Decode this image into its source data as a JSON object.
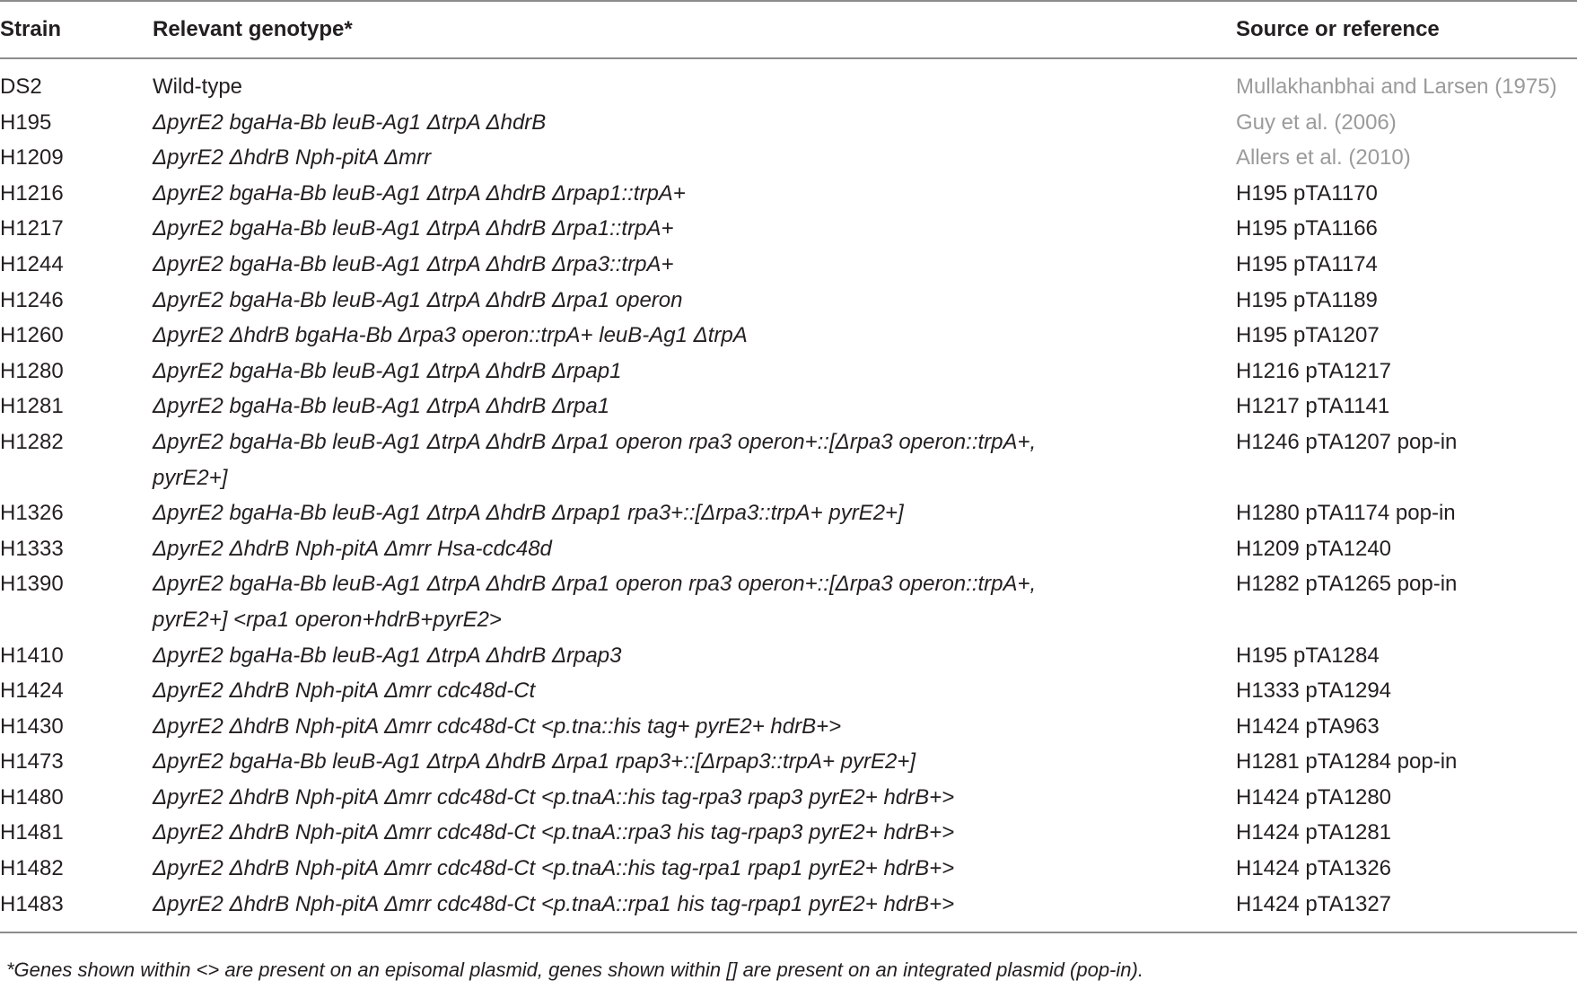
{
  "header": {
    "strain": "Strain",
    "genotype": "Relevant genotype*",
    "source": "Source or reference"
  },
  "rows": [
    {
      "strain": "DS2",
      "genotype": "Wild-type",
      "source": "Mullakhanbhai and Larsen (1975)",
      "upright": true,
      "ref": true
    },
    {
      "strain": "H195",
      "genotype": "ΔpyrE2 bgaHa-Bb leuB-Ag1 ΔtrpA ΔhdrB",
      "source": "Guy et al. (2006)",
      "ref": true
    },
    {
      "strain": "H1209",
      "genotype": "ΔpyrE2 ΔhdrB Nph-pitA Δmrr",
      "source": "Allers et al. (2010)",
      "ref": true
    },
    {
      "strain": "H1216",
      "genotype": "ΔpyrE2 bgaHa-Bb leuB-Ag1 ΔtrpA ΔhdrB Δrpap1::trpA+",
      "source": "H195 pTA1170"
    },
    {
      "strain": "H1217",
      "genotype": "ΔpyrE2 bgaHa-Bb leuB-Ag1 ΔtrpA ΔhdrB Δrpa1::trpA+",
      "source": "H195 pTA1166"
    },
    {
      "strain": "H1244",
      "genotype": "ΔpyrE2 bgaHa-Bb leuB-Ag1 ΔtrpA ΔhdrB Δrpa3::trpA+",
      "source": "H195 pTA1174"
    },
    {
      "strain": "H1246",
      "genotype": "ΔpyrE2 bgaHa-Bb leuB-Ag1 ΔtrpA ΔhdrB Δrpa1 operon",
      "source": "H195 pTA1189"
    },
    {
      "strain": "H1260",
      "genotype": "ΔpyrE2 ΔhdrB bgaHa-Bb Δrpa3 operon::trpA+ leuB-Ag1 ΔtrpA",
      "source": "H195 pTA1207"
    },
    {
      "strain": "H1280",
      "genotype": "ΔpyrE2 bgaHa-Bb leuB-Ag1 ΔtrpA ΔhdrB Δrpap1",
      "source": "H1216 pTA1217"
    },
    {
      "strain": "H1281",
      "genotype": "ΔpyrE2 bgaHa-Bb leuB-Ag1 ΔtrpA ΔhdrB Δrpa1",
      "source": "H1217 pTA1141"
    },
    {
      "strain": "H1282",
      "genotype": "ΔpyrE2 bgaHa-Bb leuB-Ag1 ΔtrpA ΔhdrB Δrpa1 operon rpa3 operon+::[Δrpa3 operon::trpA+,",
      "genotype2": "pyrE2+]",
      "source": "H1246 pTA1207 pop-in"
    },
    {
      "strain": "H1326",
      "genotype": "ΔpyrE2 bgaHa-Bb leuB-Ag1 ΔtrpA ΔhdrB Δrpap1 rpa3+::[Δrpa3::trpA+ pyrE2+]",
      "source": "H1280 pTA1174 pop-in"
    },
    {
      "strain": "H1333",
      "genotype": "ΔpyrE2 ΔhdrB Nph-pitA Δmrr Hsa-cdc48d",
      "source": "H1209 pTA1240"
    },
    {
      "strain": "H1390",
      "genotype": "ΔpyrE2 bgaHa-Bb leuB-Ag1 ΔtrpA ΔhdrB Δrpa1 operon rpa3 operon+::[Δrpa3 operon::trpA+,",
      "genotype2": "pyrE2+] <rpa1 operon+hdrB+pyrE2>",
      "source": "H1282 pTA1265 pop-in"
    },
    {
      "strain": "H1410",
      "genotype": "ΔpyrE2 bgaHa-Bb leuB-Ag1 ΔtrpA ΔhdrB Δrpap3",
      "source": "H195 pTA1284"
    },
    {
      "strain": "H1424",
      "genotype": "ΔpyrE2 ΔhdrB Nph-pitA Δmrr cdc48d-Ct",
      "source": "H1333 pTA1294"
    },
    {
      "strain": "H1430",
      "genotype": "ΔpyrE2 ΔhdrB Nph-pitA Δmrr cdc48d-Ct <p.tna::his tag+ pyrE2+ hdrB+>",
      "source": "H1424 pTA963"
    },
    {
      "strain": "H1473",
      "genotype": "ΔpyrE2 bgaHa-Bb leuB-Ag1 ΔtrpA ΔhdrB Δrpa1 rpap3+::[Δrpap3::trpA+ pyrE2+]",
      "source": "H1281 pTA1284 pop-in"
    },
    {
      "strain": "H1480",
      "genotype": "ΔpyrE2 ΔhdrB Nph-pitA Δmrr cdc48d-Ct <p.tnaA::his tag-rpa3 rpap3 pyrE2+ hdrB+>",
      "source": "H1424 pTA1280"
    },
    {
      "strain": "H1481",
      "genotype": "ΔpyrE2 ΔhdrB Nph-pitA Δmrr cdc48d-Ct <p.tnaA::rpa3 his tag-rpap3 pyrE2+ hdrB+>",
      "source": "H1424 pTA1281"
    },
    {
      "strain": "H1482",
      "genotype": "ΔpyrE2 ΔhdrB Nph-pitA Δmrr cdc48d-Ct <p.tnaA::his tag-rpa1 rpap1 pyrE2+ hdrB+>",
      "source": "H1424 pTA1326"
    },
    {
      "strain": "H1483",
      "genotype": "ΔpyrE2 ΔhdrB Nph-pitA Δmrr cdc48d-Ct <p.tnaA::rpa1 his tag-rpap1 pyrE2+ hdrB+>",
      "source": "H1424 pTA1327"
    }
  ],
  "footnote": "*Genes shown within <> are present on an episomal plasmid, genes shown within [] are present on an integrated plasmid (pop-in)."
}
